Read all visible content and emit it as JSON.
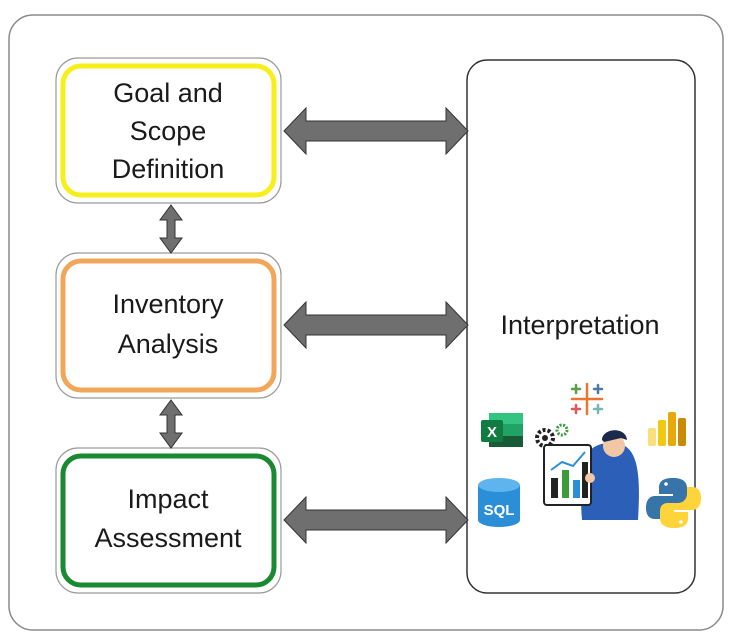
{
  "stages": [
    {
      "id": "goal",
      "lines": [
        "Goal and",
        "Scope",
        "Definition"
      ],
      "color": "#f7ef1c"
    },
    {
      "id": "inventory",
      "lines": [
        "Inventory",
        "Analysis"
      ],
      "color": "#f2a65a"
    },
    {
      "id": "impact",
      "lines": [
        "Impact",
        "Assessment"
      ],
      "color": "#1a8a32"
    }
  ],
  "interpretation": {
    "label": "Interpretation"
  },
  "tools": {
    "excel": {
      "letter": "X",
      "color": "#1d7044"
    },
    "sql": {
      "label": "SQL",
      "color": "#2a8fd6"
    },
    "tableau": {
      "color": "#e15759"
    },
    "powerbi": {
      "color": "#f2c811"
    },
    "python": {
      "color": "#3775a9"
    }
  },
  "arrow_color": "#6f6f6f"
}
